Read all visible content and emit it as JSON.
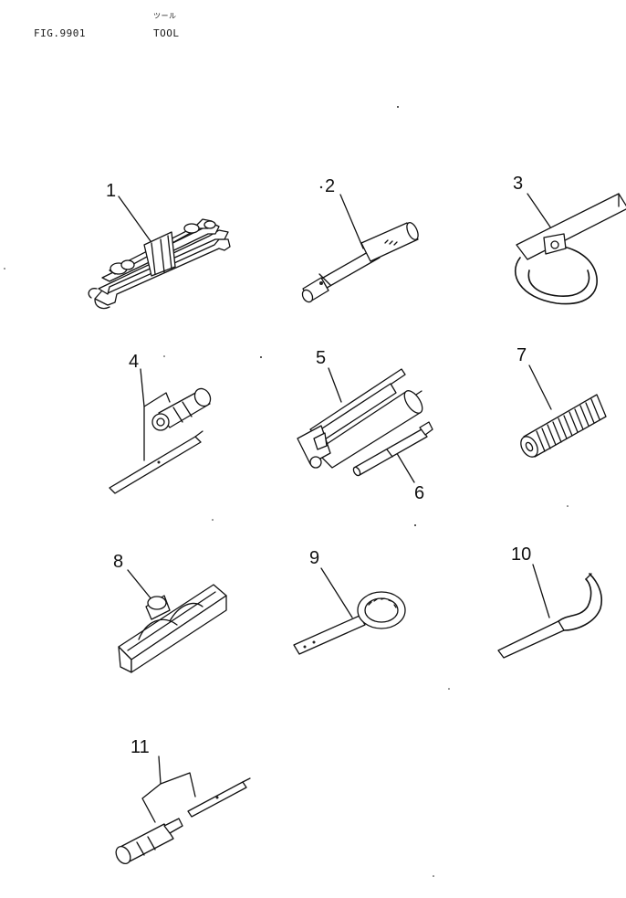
{
  "header": {
    "figure_number": "FIG.9901",
    "title_jp": "ツール",
    "title_en": "TOOL"
  },
  "parts": [
    {
      "callout": "1",
      "icon": "wrench-set-icon"
    },
    {
      "callout": "2",
      "icon": "socket-wrench-icon"
    },
    {
      "callout": "3",
      "icon": "filter-wrench-icon"
    },
    {
      "callout": "4",
      "icon": "screwdriver-set-icon"
    },
    {
      "callout": "5",
      "icon": "grease-gun-icon"
    },
    {
      "callout": "6",
      "icon": "extension-bar-icon"
    },
    {
      "callout": "7",
      "icon": "hose-icon"
    },
    {
      "callout": "8",
      "icon": "tool-bag-icon"
    },
    {
      "callout": "9",
      "icon": "ring-wrench-icon"
    },
    {
      "callout": "10",
      "icon": "hook-spanner-icon"
    },
    {
      "callout": "11",
      "icon": "screwdriver-icon"
    }
  ]
}
